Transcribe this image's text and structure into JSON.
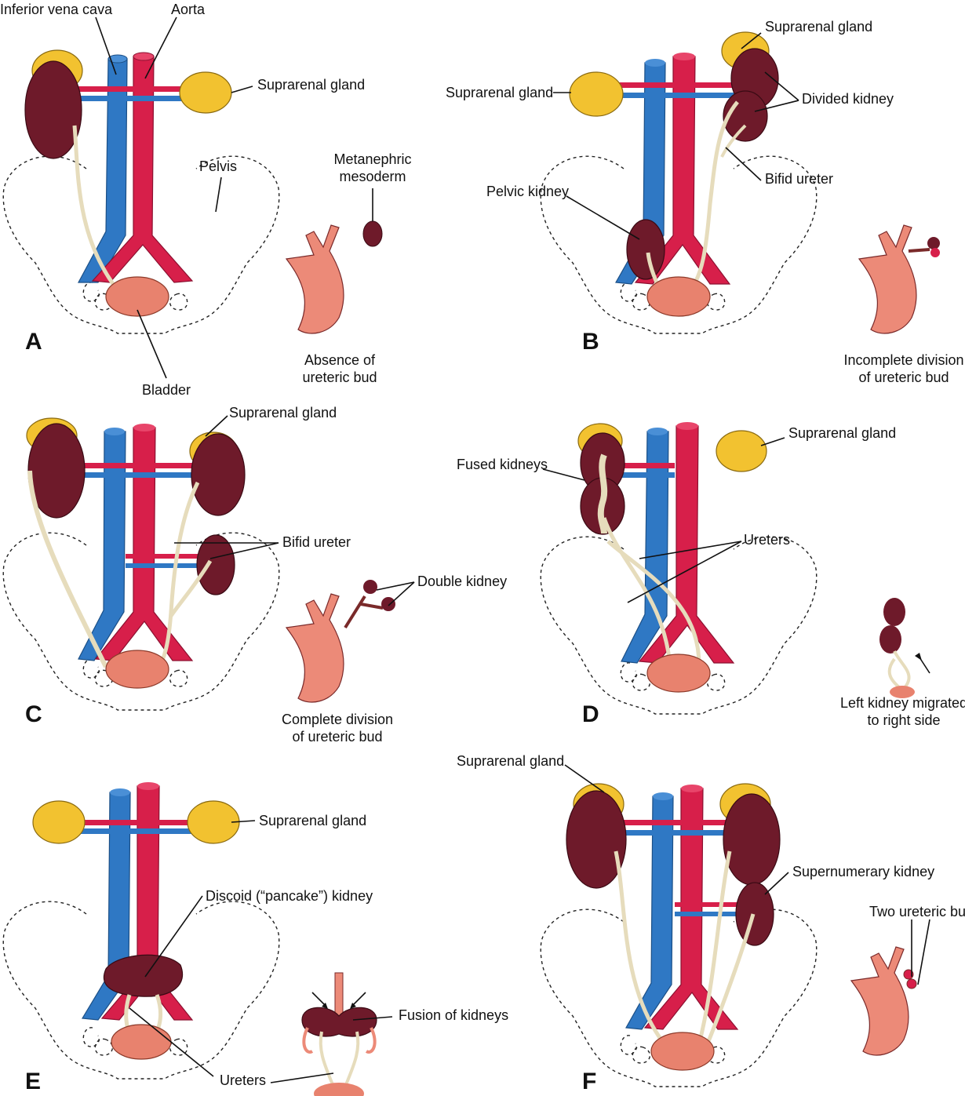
{
  "panels": {
    "A": {
      "letter": "A",
      "labels": {
        "inferior_vena_cava": "Inferior vena cava",
        "aorta": "Aorta",
        "suprarenal_gland": "Suprarenal gland",
        "pelvis": "Pelvis",
        "bladder": "Bladder",
        "metanephric_1": "Metanephric",
        "metanephric_2": "mesoderm",
        "caption_1": "Absence of",
        "caption_2": "ureteric bud"
      }
    },
    "B": {
      "letter": "B",
      "labels": {
        "suprarenal_gland_right": "Suprarenal gland",
        "suprarenal_gland_left": "Suprarenal gland",
        "divided_kidney": "Divided kidney",
        "bifid_ureter": "Bifid ureter",
        "pelvic_kidney": "Pelvic kidney",
        "caption_1": "Incomplete division",
        "caption_2": "of ureteric bud"
      }
    },
    "C": {
      "letter": "C",
      "labels": {
        "suprarenal_gland": "Suprarenal gland",
        "bifid_ureter": "Bifid ureter",
        "double_kidney": "Double kidney",
        "caption_1": "Complete division",
        "caption_2": "of ureteric bud"
      }
    },
    "D": {
      "letter": "D",
      "labels": {
        "suprarenal_gland": "Suprarenal gland",
        "fused_kidneys": "Fused kidneys",
        "ureters": "Ureters",
        "caption_1": "Left kidney migrated",
        "caption_2": "to right side"
      }
    },
    "E": {
      "letter": "E",
      "labels": {
        "suprarenal_gland": "Suprarenal gland",
        "discoid_kidney": "Discoid (“pancake”) kidney",
        "ureters": "Ureters",
        "fusion_of_kidneys": "Fusion of kidneys"
      }
    },
    "F": {
      "letter": "F",
      "labels": {
        "suprarenal_gland": "Suprarenal gland",
        "supernumerary_kidney": "Supernumerary kidney",
        "two_ureteric_buds": "Two ureteric buds"
      }
    }
  },
  "colors": {
    "vena_cava": "#2f78c4",
    "aorta": "#d71f4a",
    "kidney": "#6e1a2a",
    "suprarenal": "#f2c230",
    "ureter": "#e6dcbc",
    "bladder": "#e8826e",
    "bud": "#ec8a78"
  }
}
